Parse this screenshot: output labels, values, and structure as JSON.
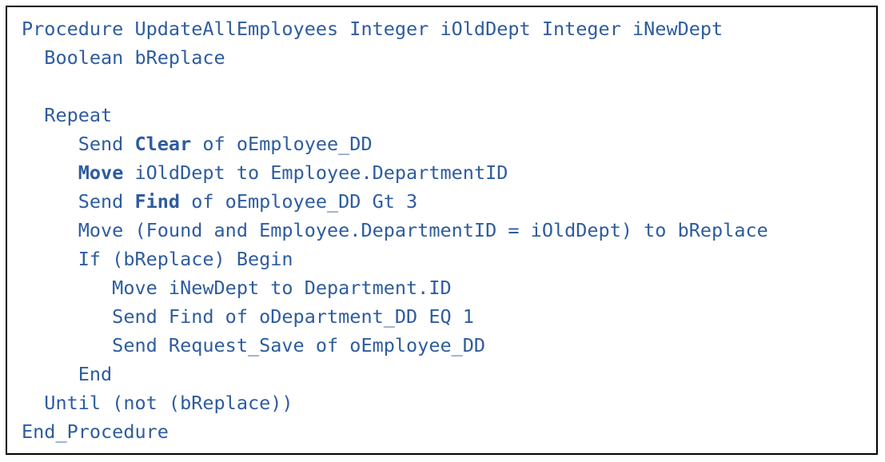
{
  "window": {
    "background_color": "#ffffff",
    "border_color": "#000000"
  },
  "code": {
    "language": "DataFlex",
    "text_color": "#2E5C9E",
    "lines": [
      {
        "segments": [
          {
            "t": "Procedure UpdateAllEmployees Integer iOldDept Integer iNewDept",
            "b": false
          }
        ]
      },
      {
        "segments": [
          {
            "t": "  Boolean bReplace",
            "b": false
          }
        ]
      },
      {
        "segments": [
          {
            "t": "",
            "b": false
          }
        ]
      },
      {
        "segments": [
          {
            "t": "  Repeat",
            "b": false
          }
        ]
      },
      {
        "segments": [
          {
            "t": "     Send ",
            "b": false
          },
          {
            "t": "Clear",
            "b": true
          },
          {
            "t": " of oEmployee_DD",
            "b": false
          }
        ]
      },
      {
        "segments": [
          {
            "t": "     ",
            "b": false
          },
          {
            "t": "Move",
            "b": true
          },
          {
            "t": " iOldDept to Employee.DepartmentID",
            "b": false
          }
        ]
      },
      {
        "segments": [
          {
            "t": "     Send ",
            "b": false
          },
          {
            "t": "Find",
            "b": true
          },
          {
            "t": " of oEmployee_DD Gt 3",
            "b": false
          }
        ]
      },
      {
        "segments": [
          {
            "t": "     Move (Found and Employee.DepartmentID = iOldDept) to bReplace",
            "b": false
          }
        ]
      },
      {
        "segments": [
          {
            "t": "     If (bReplace) Begin",
            "b": false
          }
        ]
      },
      {
        "segments": [
          {
            "t": "        Move iNewDept to Department.ID",
            "b": false
          }
        ]
      },
      {
        "segments": [
          {
            "t": "        Send Find of oDepartment_DD EQ 1",
            "b": false
          }
        ]
      },
      {
        "segments": [
          {
            "t": "        Send Request_Save of oEmployee_DD",
            "b": false
          }
        ]
      },
      {
        "segments": [
          {
            "t": "     End",
            "b": false
          }
        ]
      },
      {
        "segments": [
          {
            "t": "  Until (not (bReplace))",
            "b": false
          }
        ]
      },
      {
        "segments": [
          {
            "t": "End_Procedure",
            "b": false
          }
        ]
      }
    ]
  }
}
